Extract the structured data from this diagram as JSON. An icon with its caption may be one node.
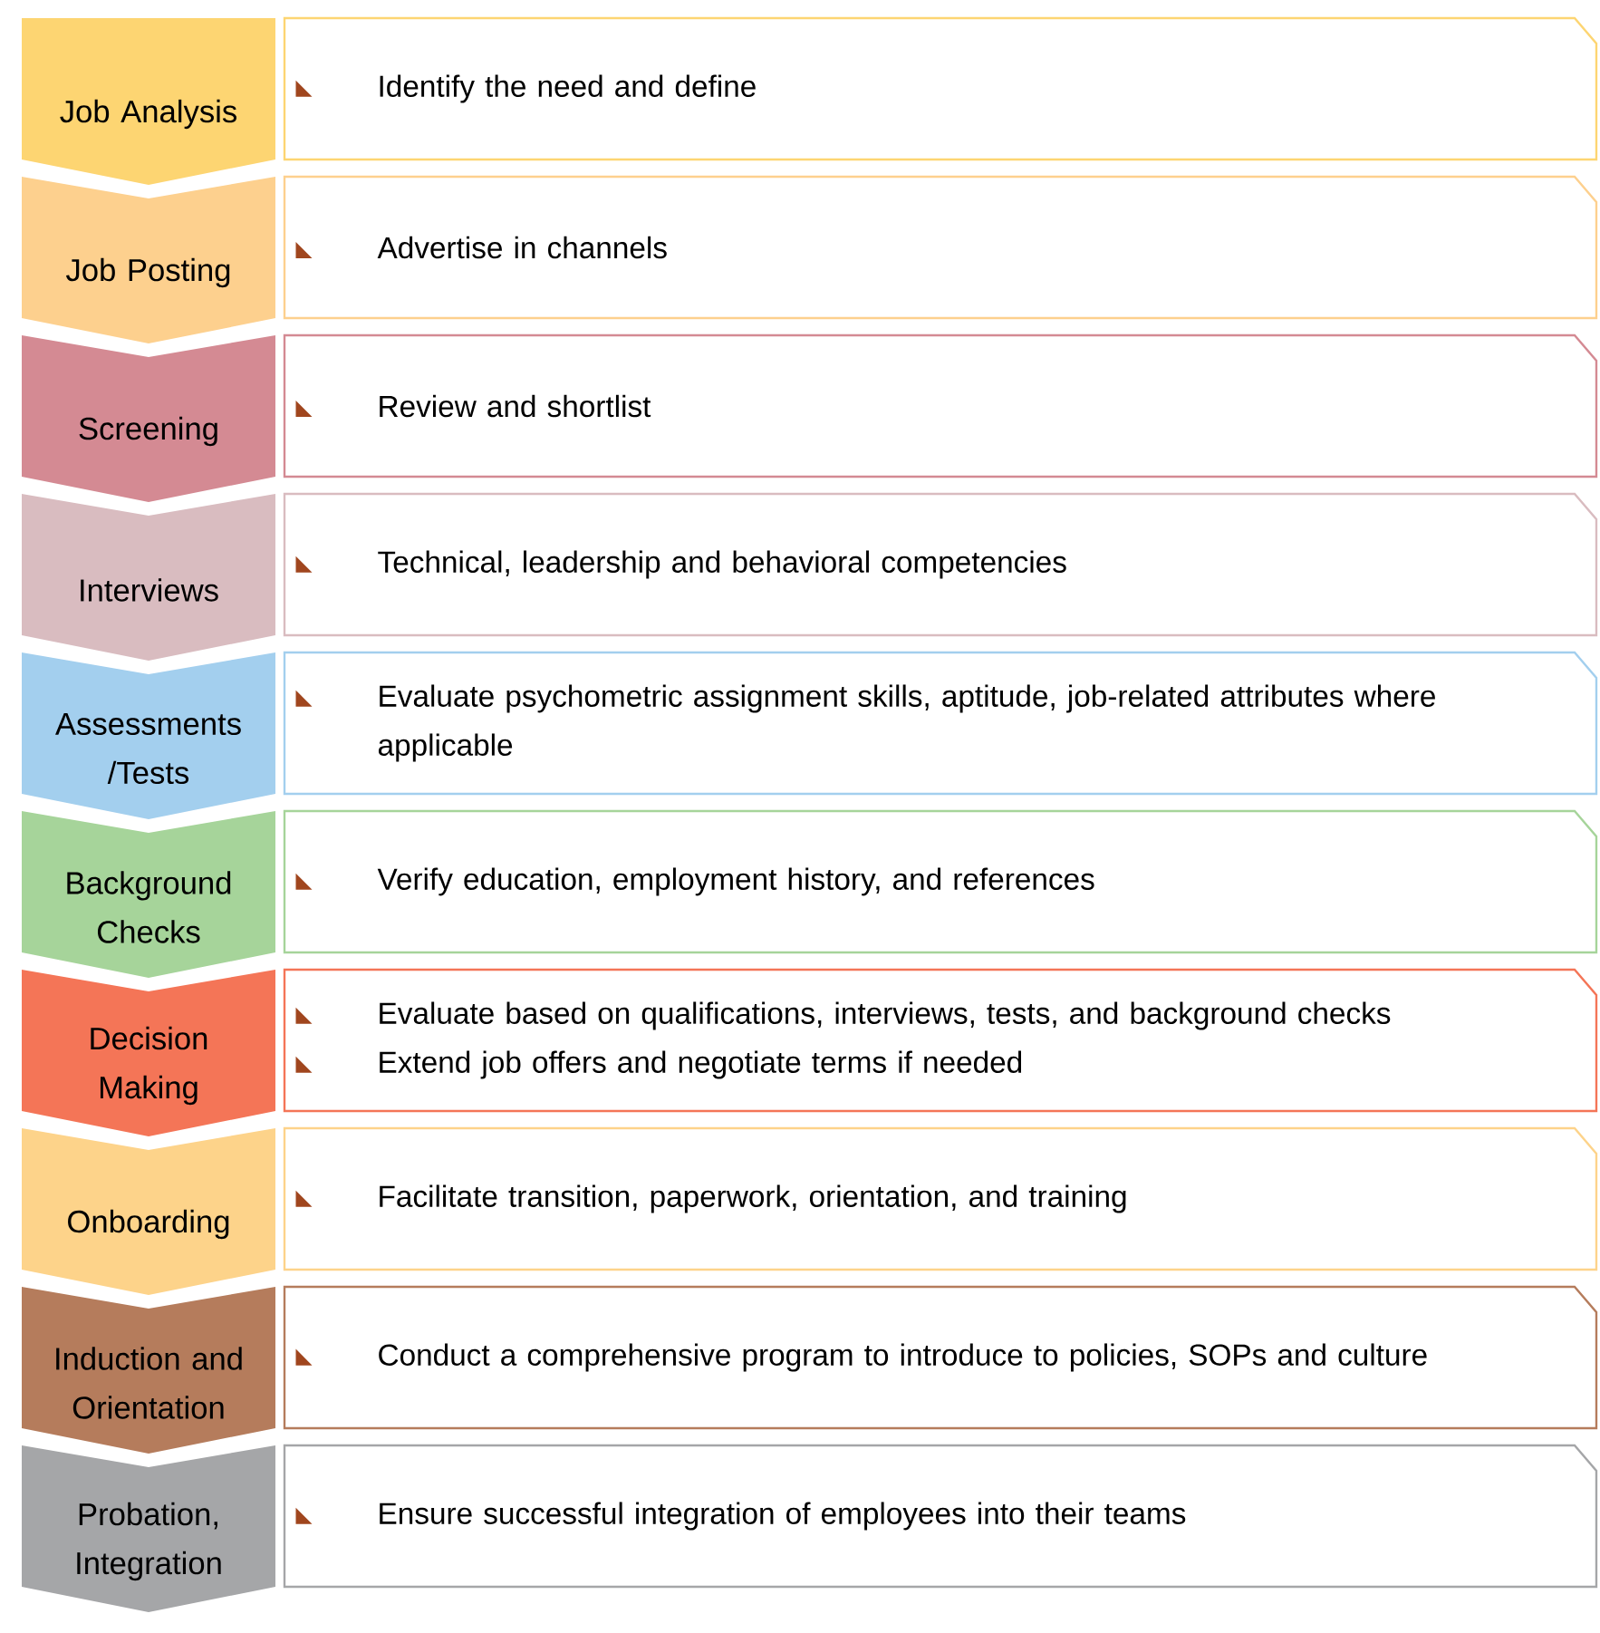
{
  "diagram": {
    "nodes": [
      {
        "text": [
          "Job Analysis"
        ]
      },
      {
        "text": [
          "Identify the need and define"
        ]
      },
      {
        "text": [
          "Job Posting"
        ]
      },
      {
        "text": [
          "Advertise in channels"
        ]
      },
      {
        "text": [
          "Screening"
        ]
      },
      {
        "text": [
          "Review and shortlist"
        ]
      },
      {
        "text": [
          "Interviews"
        ]
      },
      {
        "text": [
          "Technical, leadership and behavioral competencies"
        ]
      },
      {
        "text": [
          "Assessments /Tests"
        ]
      },
      {
        "text": [
          "Evaluate psychometric assignment skills, aptitude, job-related attributes where applicable"
        ]
      },
      {
        "text": [
          "Background Checks"
        ]
      },
      {
        "text": [
          "Verify education, employment history, and references"
        ]
      },
      {
        "text": [
          "Decision Making"
        ]
      },
      {
        "text": [
          "Evaluate based on qualifications, interviews, tests, and background checks",
          "Extend job offers and negotiate terms if needed"
        ]
      },
      {
        "text": [
          "Onboarding"
        ]
      },
      {
        "text": [
          "Facilitate transition, paperwork, orientation, and training"
        ]
      },
      {
        "text": [
          "Induction and Orientation"
        ]
      },
      {
        "text": [
          "Conduct a comprehensive program to introduce to policies, SOPs and culture"
        ]
      },
      {
        "text": [
          "Probation, Integration"
        ]
      },
      {
        "text": [
          "Ensure successful integration of employees into their teams"
        ]
      }
    ]
  }
}
